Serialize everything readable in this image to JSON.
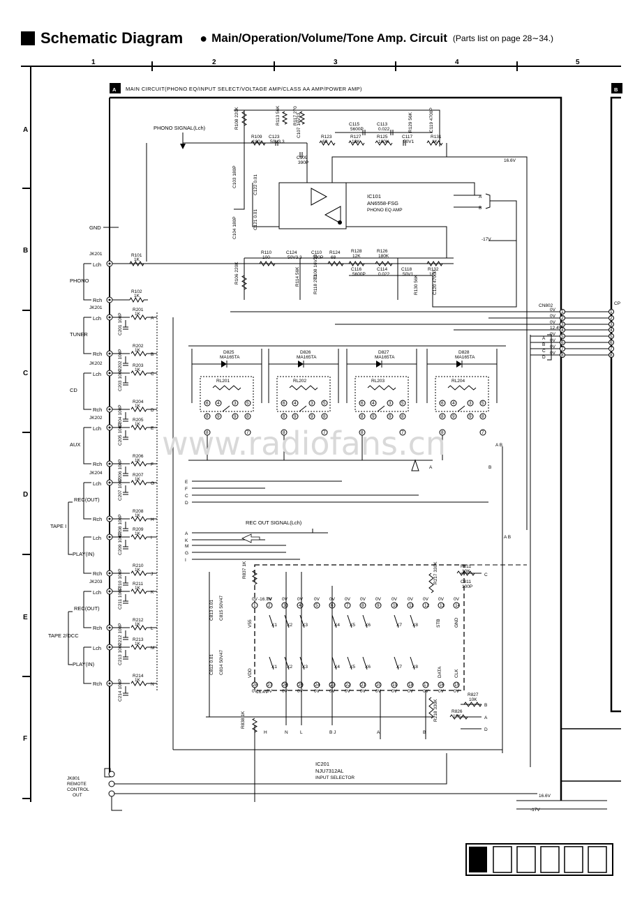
{
  "header": {
    "title": "Schematic Diagram",
    "subtitle": "Main/Operation/Volume/Tone Amp. Circuit",
    "parts_note": "(Parts list on page 28∼34.)"
  },
  "grid": {
    "cols": [
      "1",
      "2",
      "3",
      "4",
      "5"
    ],
    "rows": [
      "A",
      "B",
      "C",
      "D",
      "E",
      "F"
    ]
  },
  "blocks": {
    "a_letter": "A",
    "a_title": "MAIN CIRCUIT(PHONO EQ/INPUT SELECT/VOLTAGE AMP/CLASS AA AMP/POWER AMP)",
    "b_letter": "B"
  },
  "ics": {
    "ic101_ref": "IC101",
    "ic101_part": "AN6558-FSG",
    "ic101_desc": "PHONO EQ AMP",
    "ic201_ref": "IC201",
    "ic201_part": "NJU7312AL",
    "ic201_desc": "INPUT SELECTOR"
  },
  "signals": {
    "phono_signal": "PHONO SIGNAL(Lch)",
    "rec_out_signal": "REC OUT SIGNAL(Lch)",
    "gnd": "GND",
    "v166": "16.6V",
    "vm17": "-17V",
    "cn802": "CN802",
    "cp": "CP"
  },
  "jacks": [
    {
      "ref": "JK201",
      "group": "PHONO",
      "l": "Lch",
      "r": "Rch"
    },
    {
      "ref": "JK201",
      "group": "TUNER",
      "l": "Lch",
      "r": "Rch"
    },
    {
      "ref": "JK202",
      "group": "CD",
      "l": "Lch",
      "r": "Rch"
    },
    {
      "ref": "JK202",
      "group": "AUX",
      "l": "Lch",
      "r": "Rch"
    },
    {
      "ref": "JK204",
      "group": "REC(OUT)",
      "l": "Lch",
      "r": "Rch"
    },
    {
      "ref": "",
      "group": "PLAY(IN)",
      "l": "Lch",
      "r": "Rch"
    },
    {
      "ref": "JK203",
      "group": "REC(OUT)",
      "l": "Lch",
      "r": "Rch"
    },
    {
      "ref": "",
      "group": "PLAY(IN)",
      "l": "Lch",
      "r": "Rch"
    }
  ],
  "tape_labels": [
    "TAPE I",
    "TAPE 2/DCC"
  ],
  "remote": [
    "JK801",
    "REMOTE",
    "CONTROL",
    "OUT"
  ],
  "input_resistors": [
    {
      "r": "R201",
      "rv": "1K",
      "c": "C201",
      "cv": "100P",
      "pin": "A"
    },
    {
      "r": "R202",
      "rv": "1K",
      "c": "C202",
      "cv": "100P",
      "pin": "B"
    },
    {
      "r": "R203",
      "rv": "1K",
      "c": "C203",
      "cv": "100P",
      "pin": "C"
    },
    {
      "r": "R204",
      "rv": "1K",
      "c": "C204",
      "cv": "100P",
      "pin": "D"
    },
    {
      "r": "R205",
      "rv": "1K",
      "c": "C205",
      "cv": "100P",
      "pin": "E"
    },
    {
      "r": "R206",
      "rv": "1K",
      "c": "C206",
      "cv": "100P",
      "pin": "F"
    },
    {
      "r": "R207",
      "rv": "1K",
      "c": "C207",
      "cv": "100P",
      "pin": "G"
    },
    {
      "r": "R208",
      "rv": "1K",
      "c": "C208",
      "cv": "100P",
      "pin": "H"
    },
    {
      "r": "R209",
      "rv": "1K",
      "c": "C209",
      "cv": "100P",
      "pin": "I"
    },
    {
      "r": "R210",
      "rv": "1K",
      "c": "C210",
      "cv": "100P",
      "pin": "J"
    },
    {
      "r": "R211",
      "rv": "1K",
      "c": "C211",
      "cv": "100P",
      "pin": "K"
    },
    {
      "r": "R212",
      "rv": "1K",
      "c": "C212",
      "cv": "100P",
      "pin": "L"
    },
    {
      "r": "R213",
      "rv": "1K",
      "c": "C213",
      "cv": "100P",
      "pin": "M"
    },
    {
      "r": "R214",
      "rv": "1K",
      "c": "C214",
      "cv": "100P",
      "pin": "N"
    }
  ],
  "relays": [
    {
      "d": "D825",
      "dp": "MA165TA",
      "rl": "RL201"
    },
    {
      "d": "D826",
      "dp": "MA165TA",
      "rl": "RL202"
    },
    {
      "d": "D827",
      "dp": "MA165TA",
      "rl": "RL203"
    },
    {
      "d": "D828",
      "dp": "MA165TA",
      "rl": "RL204"
    }
  ],
  "phono_top": [
    {
      "ref": "R108",
      "val": "220K"
    },
    {
      "ref": "R113",
      "val": "56K"
    },
    {
      "ref": "R117",
      "val": "270"
    },
    {
      "ref": "R109",
      "val": "100"
    },
    {
      "ref": "C123",
      "val": "50V3.3"
    },
    {
      "ref": "C107",
      "val": "16V33"
    },
    {
      "ref": "C109",
      "val": "390P"
    },
    {
      "ref": "R123",
      "val": "68"
    },
    {
      "ref": "C115",
      "val": "5600P"
    },
    {
      "ref": "R127",
      "val": "12K"
    },
    {
      "ref": "C113",
      "val": "0.022"
    },
    {
      "ref": "R125",
      "val": "180K"
    },
    {
      "ref": "C117",
      "val": "50V1"
    },
    {
      "ref": "R129",
      "val": "56K"
    },
    {
      "ref": "C119",
      "val": "4700P"
    },
    {
      "ref": "R131",
      "val": "1K"
    },
    {
      "ref": "C103",
      "val": "180P"
    },
    {
      "ref": "C122",
      "val": "0.01"
    },
    {
      "ref": "C104",
      "val": "180P"
    },
    {
      "ref": "C121",
      "val": "0.01"
    }
  ],
  "phono_bottom": [
    {
      "ref": "R101",
      "val": "1K"
    },
    {
      "ref": "R102",
      "val": "1K"
    },
    {
      "ref": "R110",
      "val": "100"
    },
    {
      "ref": "C124",
      "val": "50V3.3"
    },
    {
      "ref": "C110",
      "val": "390P"
    },
    {
      "ref": "R124",
      "val": "68"
    },
    {
      "ref": "R128",
      "val": "12K"
    },
    {
      "ref": "R126",
      "val": "180K"
    },
    {
      "ref": "C116",
      "val": "5600P"
    },
    {
      "ref": "C114",
      "val": "0.022"
    },
    {
      "ref": "C118",
      "val": "50V1"
    },
    {
      "ref": "R132",
      "val": "1K"
    },
    {
      "ref": "R106",
      "val": "220K"
    },
    {
      "ref": "R114",
      "val": "56K"
    },
    {
      "ref": "C108",
      "val": "16V33"
    },
    {
      "ref": "R118",
      "val": "270"
    },
    {
      "ref": "R130",
      "val": "56K"
    },
    {
      "ref": "C120",
      "val": "4700P"
    }
  ],
  "selector_parts": [
    {
      "ref": "R837",
      "val": "1K"
    },
    {
      "ref": "R838",
      "val": "1K"
    },
    {
      "ref": "C813",
      "val": "0.01"
    },
    {
      "ref": "C815",
      "val": "50V47"
    },
    {
      "ref": "C812",
      "val": "0.01"
    },
    {
      "ref": "C814",
      "val": "50V47"
    },
    {
      "ref": "R811",
      "val": "10K"
    },
    {
      "ref": "C811",
      "val": "100P"
    },
    {
      "ref": "R827",
      "val": "10K"
    },
    {
      "ref": "R826",
      "val": "10K"
    },
    {
      "ref": "R217",
      "val": "330K"
    },
    {
      "ref": "R218",
      "val": "330K"
    }
  ],
  "ic201_pins_top": [
    "V55",
    "X1",
    "X2",
    "X3",
    "X4",
    "X5",
    "X6",
    "X7",
    "X8",
    "STB",
    "GND"
  ],
  "ic201_pins_bot": [
    "VDD",
    "X1",
    "X2",
    "X3",
    "X4",
    "X5",
    "X6",
    "X7",
    "X8",
    "DATA",
    "CLK"
  ],
  "rail_labels": [
    "0V",
    "0V",
    "0V",
    "12.4V",
    "0V",
    "0V",
    "0V",
    "0V"
  ],
  "cn_letters": [
    "A",
    "B",
    "C",
    "D"
  ],
  "watermark": "www.radiofans.cn"
}
